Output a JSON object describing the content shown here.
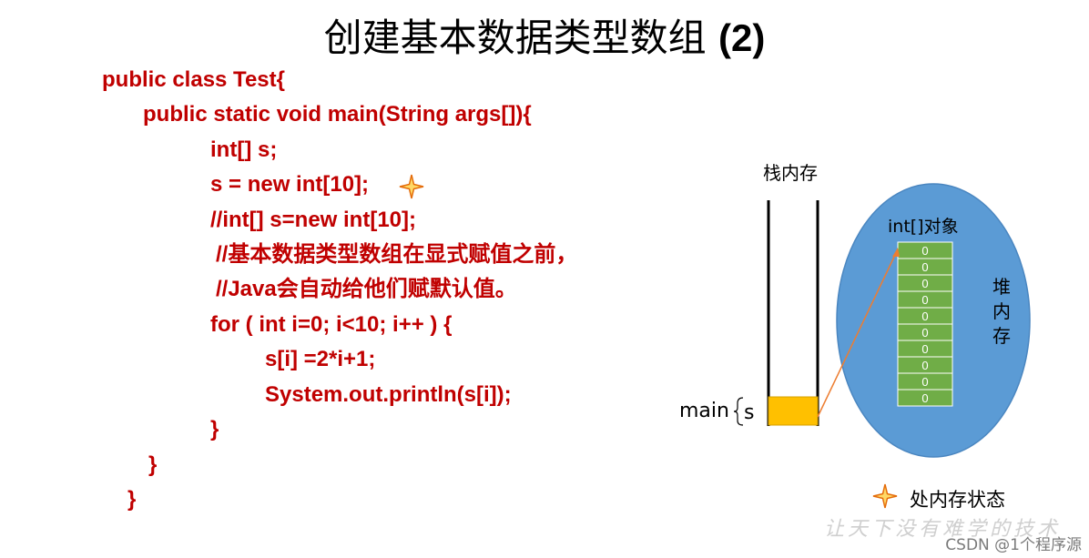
{
  "title": {
    "main": "创建基本数据类型数组",
    "suffix": "(2)"
  },
  "code": [
    "public class Test{",
    "public static void main(String args[]){",
    "int[] s;",
    "s = new int[10];",
    "//int[] s=new int[10];",
    "//基本数据类型数组在显式赋值之前，",
    "//Java会自动给他们赋默认值。",
    "for ( int i=0; i<10; i++ ) {",
    "s[i] =2*i+1;",
    "System.out.println(s[i]);",
    "}",
    "}",
    "}"
  ],
  "diagram": {
    "stack_label": "栈内存",
    "heap_label": "堆内存",
    "array_label": "int[]对象",
    "frame_label": "main",
    "var_label": "s",
    "cells": [
      "0",
      "0",
      "0",
      "0",
      "0",
      "0",
      "0",
      "0",
      "0",
      "0"
    ]
  },
  "legend": {
    "text": "处内存状态"
  },
  "watermark": {
    "text": "CSDN @1个程序源",
    "faint": "让天下没有难学的技术"
  },
  "colors": {
    "code": "#c00000",
    "heap_fill": "#5b9bd5",
    "cell_fill": "#70ad47",
    "var_fill": "#ffc000",
    "arrow": "#ed7d31"
  }
}
